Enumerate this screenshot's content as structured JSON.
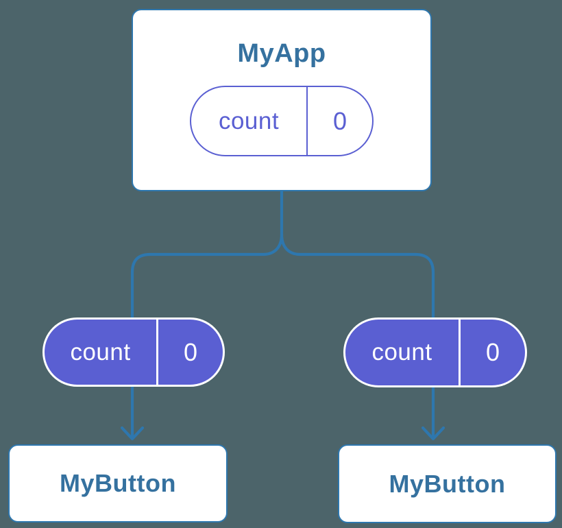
{
  "colors": {
    "bg": "#4c646a",
    "line": "#2e77ae",
    "text": "#35719f",
    "purple": "#5a5fd2"
  },
  "tree": {
    "root": {
      "title": "MyApp",
      "state": {
        "key": "count",
        "value": "0"
      }
    },
    "children": [
      {
        "title": "MyButton",
        "state": {
          "key": "count",
          "value": "0"
        }
      },
      {
        "title": "MyButton",
        "state": {
          "key": "count",
          "value": "0"
        }
      }
    ]
  }
}
